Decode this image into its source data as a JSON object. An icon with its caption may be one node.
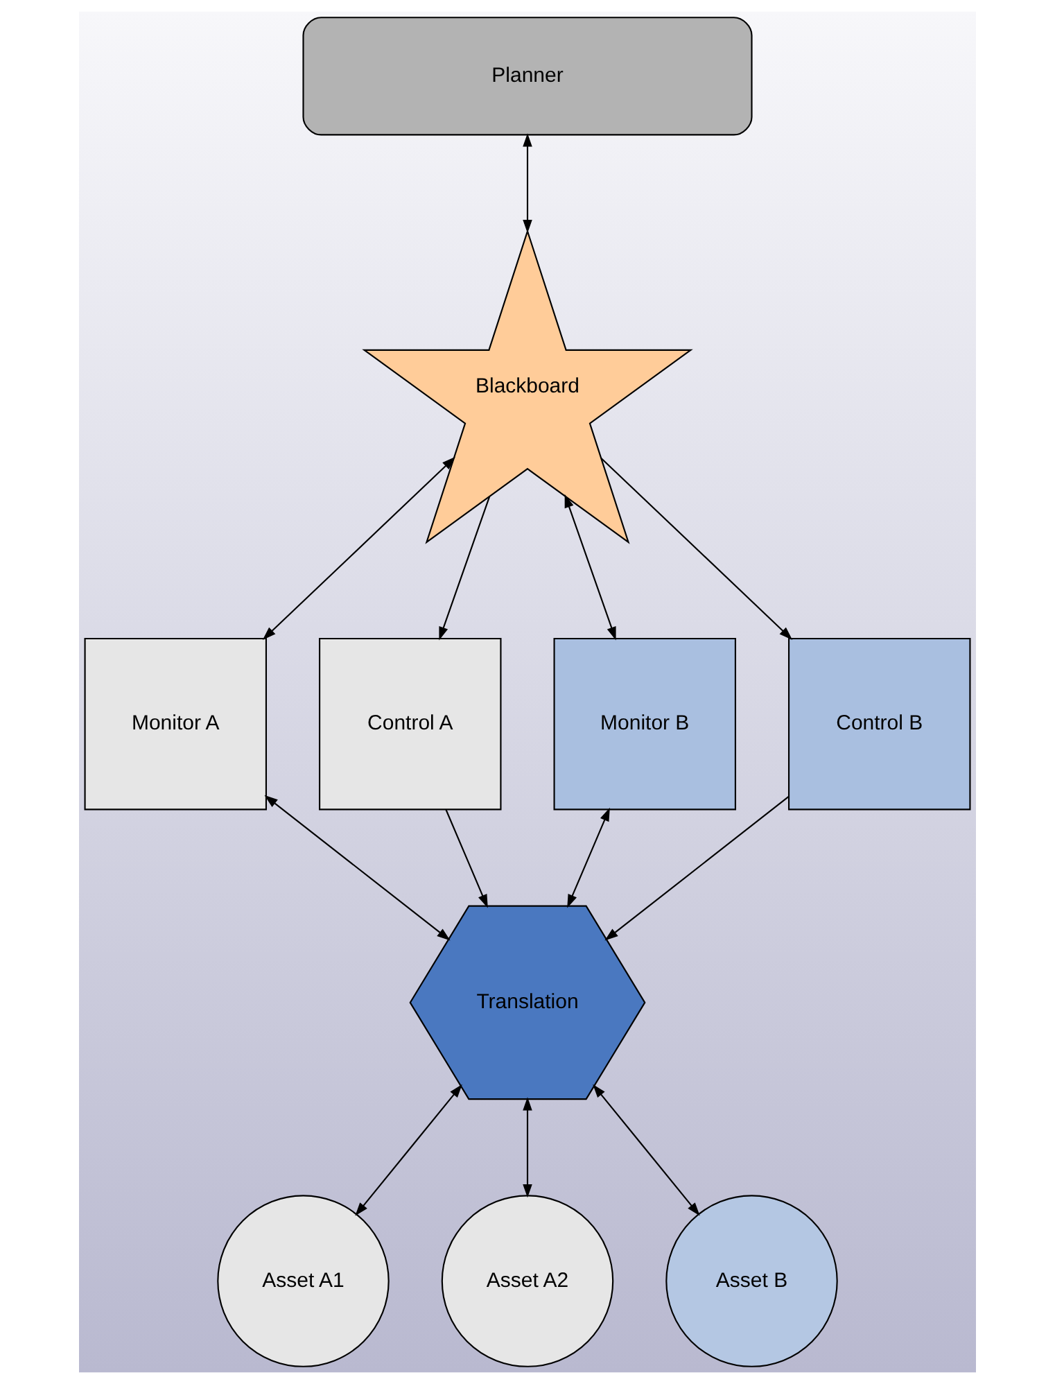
{
  "diagram": {
    "nodes": [
      {
        "text": [
          "Planner"
        ]
      },
      {
        "text": [
          "Blackboard"
        ]
      },
      {
        "text": [
          "Monitor A"
        ]
      },
      {
        "text": [
          "Control A"
        ]
      },
      {
        "text": [
          "Monitor B"
        ]
      },
      {
        "text": [
          "Control B"
        ]
      },
      {
        "text": [
          "Translation"
        ]
      },
      {
        "text": [
          "Asset A1"
        ]
      },
      {
        "text": [
          "Asset A2"
        ]
      },
      {
        "text": [
          "Asset B"
        ]
      }
    ],
    "edges": [
      {
        "from": 0,
        "to": 1,
        "arrow": "both"
      },
      {
        "from": 1,
        "to": 2,
        "arrow": "both"
      },
      {
        "from": 1,
        "to": 3,
        "arrow": "to"
      },
      {
        "from": 1,
        "to": 4,
        "arrow": "both"
      },
      {
        "from": 1,
        "to": 5,
        "arrow": "to"
      },
      {
        "from": 2,
        "to": 6,
        "arrow": "both"
      },
      {
        "from": 3,
        "to": 6,
        "arrow": "to"
      },
      {
        "from": 4,
        "to": 6,
        "arrow": "both"
      },
      {
        "from": 5,
        "to": 6,
        "arrow": "to"
      },
      {
        "from": 6,
        "to": 7,
        "arrow": "both"
      },
      {
        "from": 6,
        "to": 8,
        "arrow": "both"
      },
      {
        "from": 6,
        "to": 9,
        "arrow": "both"
      }
    ]
  }
}
